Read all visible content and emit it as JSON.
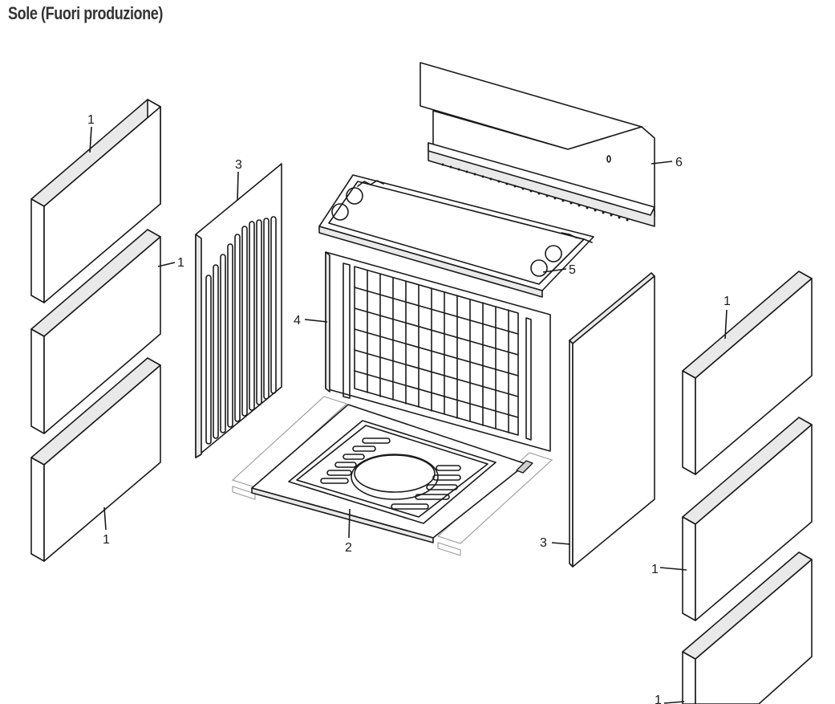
{
  "title": "Sole (Fuori produzione)",
  "callouts": {
    "brick_top_left": "1",
    "brick_mid_left": "1",
    "brick_bot_left": "1",
    "side_panel_left": "3",
    "back_panel": "4",
    "baffle": "5",
    "deflector": "6",
    "base_grate": "2",
    "side_panel_right": "3",
    "brick_top_right": "1",
    "brick_mid_right": "1",
    "brick_bot_right": "1"
  }
}
